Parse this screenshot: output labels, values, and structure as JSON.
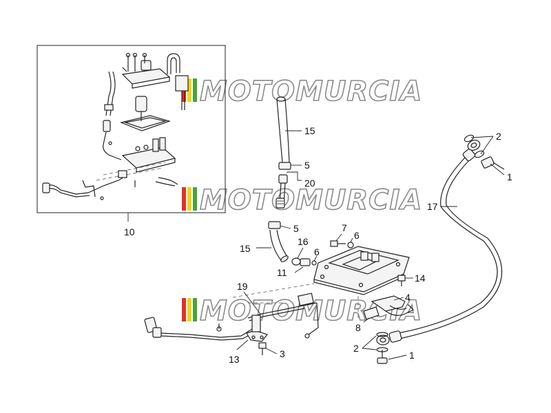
{
  "watermark": {
    "brand": "MOTOMURCIA",
    "stripe_colors": [
      "#e0302a",
      "#f2d21c",
      "#43a63a"
    ]
  },
  "callouts": {
    "inset_assembly": "10",
    "hose_upper": "15",
    "clamp_upper": "5",
    "connector": "20",
    "clamp_lower": "5",
    "hose_lower": "15",
    "screw_top": "7",
    "washer_top": "6",
    "oring": "16",
    "washer_left": "6",
    "union": "11",
    "screw_side": "14",
    "bracket": "4",
    "plate": "8",
    "harness": "19",
    "sensor": "13",
    "screw_bottom": "3",
    "long_hose": "17",
    "washers_top_right": "2",
    "bolt_top_right": "1",
    "washers_bottom": "2",
    "bolt_bottom": "1"
  },
  "icons": [
    "fuel-pump-inset",
    "fuel-hose",
    "hose-clamp",
    "fuel-pump-flange",
    "banjo-bolt",
    "sealing-washer",
    "wiring-harness",
    "fuel-level-sensor"
  ]
}
